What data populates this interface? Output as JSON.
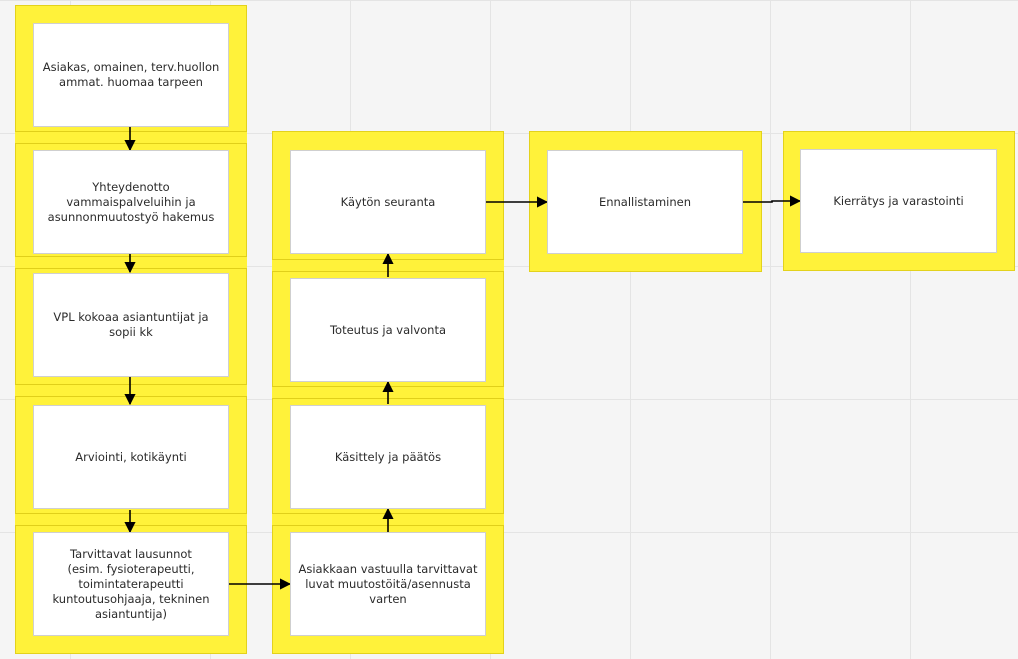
{
  "nodes": {
    "n1": "Asiakas, omainen, terv.huollon ammat. huomaa tarpeen",
    "n2": "Yhteydenotto vammaispalveluihin ja asunnonmuutostyö hakemus",
    "n3": "VPL kokoaa asiantuntijat ja sopii kk",
    "n4": "Arviointi, kotikäynti",
    "n5": "Tarvittavat lausunnot\n(esim. fysioterapeutti, toimintaterapeutti kuntoutusohjaaja, tekninen asiantuntija)",
    "n6": "Asiakkaan vastuulla tarvittavat luvat muutostöitä/asennusta varten",
    "n7": "Käsittely ja päätös",
    "n8": "Toteutus ja valvonta",
    "n9": "Käytön seuranta",
    "n10": "Ennallistaminen",
    "n11": "Kierrätys ja varastointi"
  },
  "colors": {
    "frame": "#fff23a",
    "frame_border": "#e3d21c",
    "node": "#ffffff",
    "node_border": "#cfcfcf",
    "arrow": "#000000",
    "grid": "#e4e4e4",
    "canvas": "#f5f5f5"
  }
}
